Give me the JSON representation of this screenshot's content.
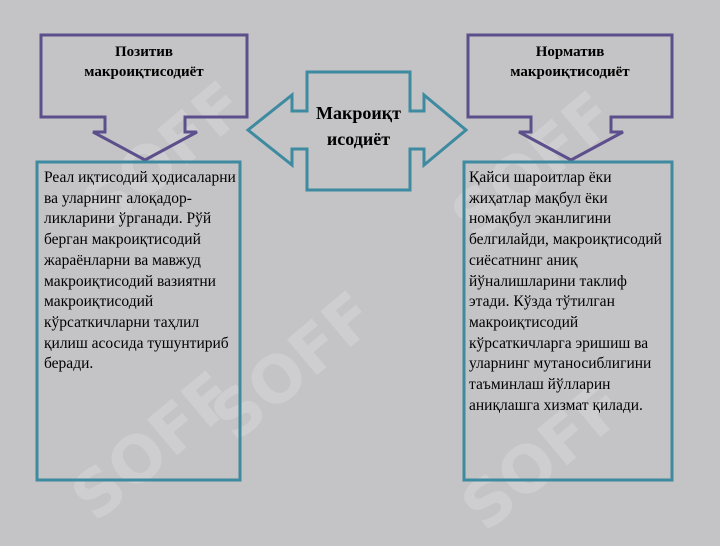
{
  "nodes": {
    "left_header": "Позитив макроиқтисодиёт",
    "right_header": "Норматив макроиқтисодиёт",
    "center": "Макроиқтисодиёт",
    "left_body": "Реал иқтисодий ҳодисаларни ва уларнинг алоқадор-ликларини ўрганади. Рўй берган макроиқтисодий жараёнларни ва мавжуд макроиқтисодий вазиятни макроиқтисодий кўрсаткичларни таҳлил қилиш асосида тушунтириб беради.",
    "right_body": "Қайси шароитлар ёки жиҳатлар мақбул ёки номақбул эканлигини белгилайди, макроиқтисодий сиёсатнинг аниқ йўналишларини таклиф этади. Кўзда тўтилган макроиқтисодий кўрсаткичларга эришиш ва уларнинг мутаносиблигини таъминлаш йўлларин аниқлашга хизмат қилади."
  },
  "colors": {
    "background": "#c4c4c6",
    "header_border": "#5d4f8c",
    "center_border": "#3e8aa0",
    "body_border": "#3e8aa0",
    "fill": "#c4c4c6"
  },
  "watermark": {
    "text": "SOFF"
  }
}
